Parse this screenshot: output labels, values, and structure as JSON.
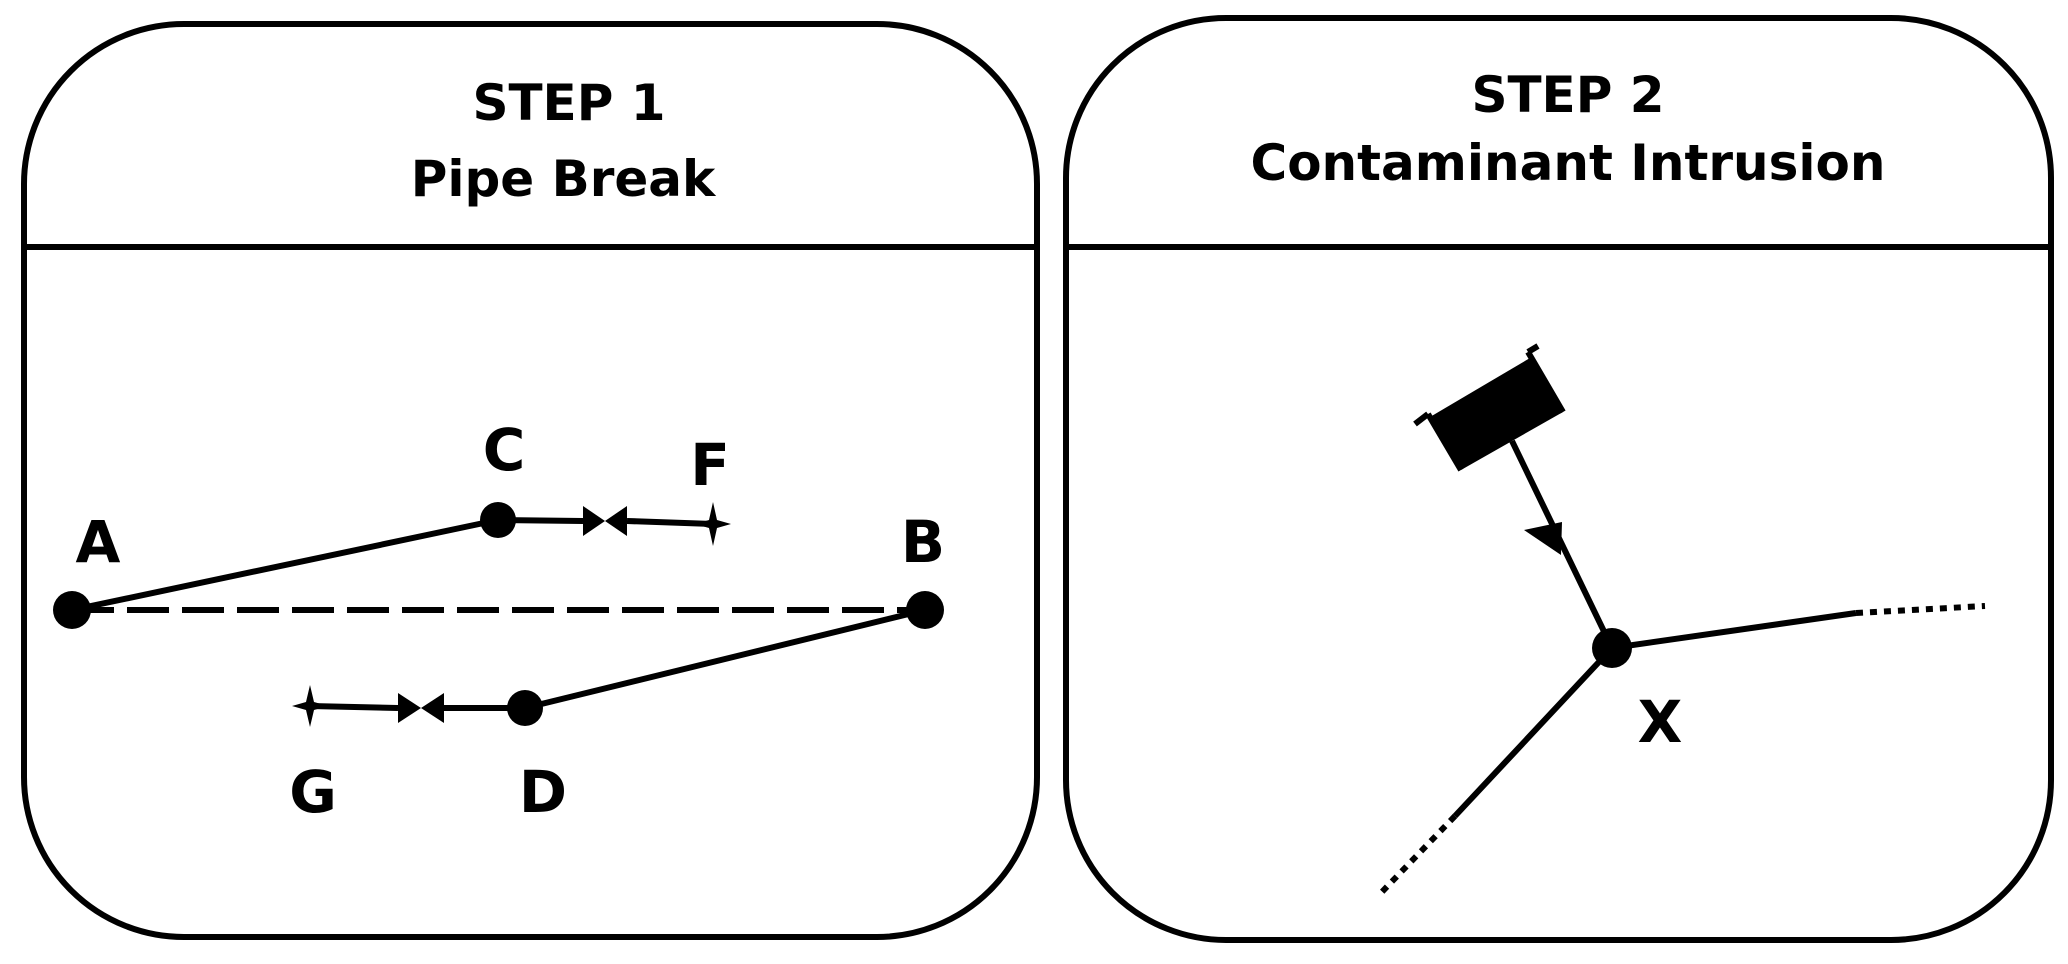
{
  "colors": {
    "stroke": "#000000",
    "background": "#ffffff"
  },
  "panel_1": {
    "step": "STEP 1",
    "title": "Pipe Break",
    "nodes": {
      "a": "A",
      "b": "B",
      "c": "C",
      "d": "D",
      "f": "F",
      "g": "G"
    },
    "icons": [
      "junction-node-icon",
      "valve-icon",
      "pipe-end-star-icon",
      "dashed-broken-pipe"
    ]
  },
  "panel_2": {
    "step": "STEP 2",
    "title": "Contaminant Intrusion",
    "nodes": {
      "x": "X"
    },
    "icons": [
      "contaminant-source-tank-icon",
      "flow-arrow-icon",
      "junction-node-icon",
      "dotted-pipe-continuation"
    ]
  }
}
